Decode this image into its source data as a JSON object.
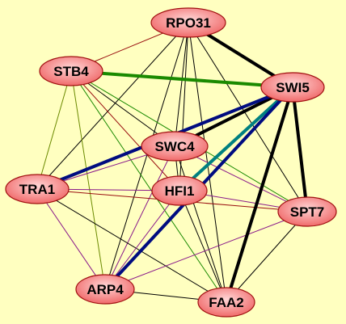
{
  "graph": {
    "background": "#ffffc0",
    "node_fill_inner": "#ffd6d6",
    "node_fill_outer": "#f06a6a",
    "node_stroke": "#a01010",
    "edge_colors": {
      "black": "#000000",
      "green": "#1a8a00",
      "olive": "#6b8a00",
      "navy": "#000c80",
      "teal": "#008080",
      "purple": "#8a1a8a",
      "maroon": "#9a1010"
    },
    "nodes": [
      {
        "id": "RPO31",
        "label": "RPO31"
      },
      {
        "id": "STB4",
        "label": "STB4"
      },
      {
        "id": "SWI5",
        "label": "SWI5"
      },
      {
        "id": "SWC4",
        "label": "SWC4"
      },
      {
        "id": "TRA1",
        "label": "TRA1"
      },
      {
        "id": "HFI1",
        "label": "HFI1"
      },
      {
        "id": "SPT7",
        "label": "SPT7"
      },
      {
        "id": "ARP4",
        "label": "ARP4"
      },
      {
        "id": "FAA2",
        "label": "FAA2"
      }
    ],
    "edges": [
      {
        "source": "RPO31",
        "target": "SWI5",
        "color": "black",
        "weight": "heavy"
      },
      {
        "source": "RPO31",
        "target": "STB4",
        "color": "maroon",
        "weight": "thin"
      },
      {
        "source": "RPO31",
        "target": "SWC4",
        "color": "black",
        "weight": "thin"
      },
      {
        "source": "RPO31",
        "target": "HFI1",
        "color": "black",
        "weight": "thin"
      },
      {
        "source": "RPO31",
        "target": "TRA1",
        "color": "black",
        "weight": "thin"
      },
      {
        "source": "RPO31",
        "target": "ARP4",
        "color": "black",
        "weight": "thin"
      },
      {
        "source": "RPO31",
        "target": "FAA2",
        "color": "black",
        "weight": "thin"
      },
      {
        "source": "RPO31",
        "target": "SPT7",
        "color": "black",
        "weight": "thin"
      },
      {
        "source": "STB4",
        "target": "SWI5",
        "color": "green",
        "weight": "heavy"
      },
      {
        "source": "STB4",
        "target": "SWC4",
        "color": "black",
        "weight": "thin"
      },
      {
        "source": "STB4",
        "target": "TRA1",
        "color": "olive",
        "weight": "thin"
      },
      {
        "source": "STB4",
        "target": "HFI1",
        "color": "maroon",
        "weight": "thin"
      },
      {
        "source": "STB4",
        "target": "ARP4",
        "color": "olive",
        "weight": "thin"
      },
      {
        "source": "STB4",
        "target": "FAA2",
        "color": "green",
        "weight": "thin"
      },
      {
        "source": "STB4",
        "target": "SPT7",
        "color": "green",
        "weight": "thin"
      },
      {
        "source": "SWI5",
        "target": "SWC4",
        "color": "black",
        "weight": "heavy"
      },
      {
        "source": "SWI5",
        "target": "TRA1",
        "color": "navy",
        "weight": "heavy"
      },
      {
        "source": "SWI5",
        "target": "HFI1",
        "color": "teal",
        "weight": "heavy"
      },
      {
        "source": "SWI5",
        "target": "ARP4",
        "color": "navy",
        "weight": "heavy"
      },
      {
        "source": "SWI5",
        "target": "FAA2",
        "color": "black",
        "weight": "heavy"
      },
      {
        "source": "SWI5",
        "target": "SPT7",
        "color": "black",
        "weight": "heavy"
      },
      {
        "source": "SWC4",
        "target": "TRA1",
        "color": "purple",
        "weight": "thin"
      },
      {
        "source": "SWC4",
        "target": "HFI1",
        "color": "black",
        "weight": "thin"
      },
      {
        "source": "SWC4",
        "target": "ARP4",
        "color": "purple",
        "weight": "thin"
      },
      {
        "source": "SWC4",
        "target": "FAA2",
        "color": "black",
        "weight": "thin"
      },
      {
        "source": "SWC4",
        "target": "SPT7",
        "color": "purple",
        "weight": "thin"
      },
      {
        "source": "TRA1",
        "target": "HFI1",
        "color": "purple",
        "weight": "thin"
      },
      {
        "source": "TRA1",
        "target": "SPT7",
        "color": "maroon",
        "weight": "thin"
      },
      {
        "source": "TRA1",
        "target": "ARP4",
        "color": "purple",
        "weight": "thin"
      },
      {
        "source": "TRA1",
        "target": "FAA2",
        "color": "black",
        "weight": "thin"
      },
      {
        "source": "HFI1",
        "target": "SPT7",
        "color": "purple",
        "weight": "thin"
      },
      {
        "source": "HFI1",
        "target": "ARP4",
        "color": "purple",
        "weight": "thin"
      },
      {
        "source": "HFI1",
        "target": "FAA2",
        "color": "black",
        "weight": "thin"
      },
      {
        "source": "SPT7",
        "target": "ARP4",
        "color": "purple",
        "weight": "thin"
      },
      {
        "source": "SPT7",
        "target": "FAA2",
        "color": "black",
        "weight": "thin"
      },
      {
        "source": "ARP4",
        "target": "FAA2",
        "color": "black",
        "weight": "thin"
      }
    ]
  }
}
